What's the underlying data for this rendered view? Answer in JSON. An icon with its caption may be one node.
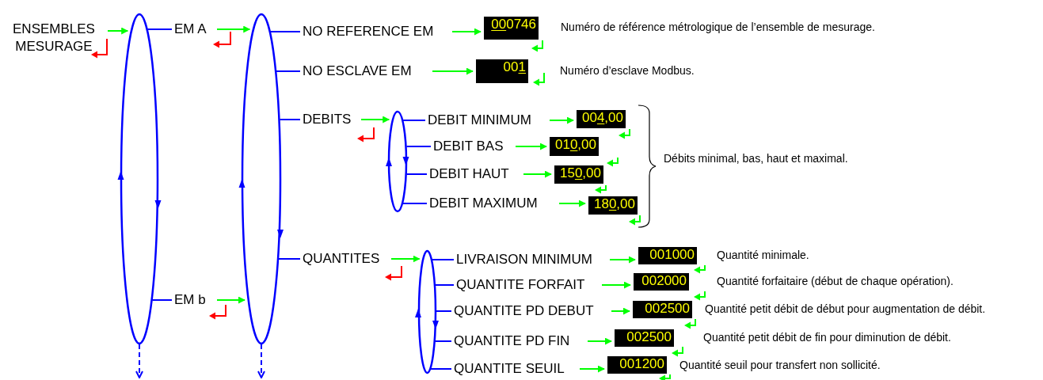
{
  "diagram": {
    "nodes": [
      {
        "text": [
          "ENSEMBLES MESURAGE"
        ]
      },
      {
        "text": [],
        "shape": "ellipse"
      },
      {
        "text": [
          "EM A"
        ]
      },
      {
        "text": [],
        "shape": "ellipse"
      },
      {
        "text": [
          "NO REFERENCE EM"
        ]
      },
      {
        "text": [
          "000746"
        ]
      },
      {
        "text": [
          "NO ESCLAVE EM"
        ]
      },
      {
        "text": [
          "001"
        ]
      },
      {
        "text": [
          "DEBITS"
        ]
      },
      {
        "text": [],
        "shape": "ellipse"
      },
      {
        "text": [
          "DEBIT MINIMUM"
        ]
      },
      {
        "text": [
          "004,00"
        ]
      },
      {
        "text": [
          "DEBIT BAS"
        ]
      },
      {
        "text": [
          "010,00"
        ]
      },
      {
        "text": [
          "DEBIT HAUT"
        ]
      },
      {
        "text": [
          "150,00"
        ]
      },
      {
        "text": [
          "DEBIT MAXIMUM"
        ]
      },
      {
        "text": [
          "180,00"
        ]
      },
      {
        "text": [
          "QUANTITES"
        ]
      },
      {
        "text": [],
        "shape": "ellipse"
      },
      {
        "text": [
          "LIVRAISON MINIMUM"
        ]
      },
      {
        "text": [
          "001000"
        ]
      },
      {
        "text": [
          "QUANTITE FORFAIT"
        ]
      },
      {
        "text": [
          "002000"
        ]
      },
      {
        "text": [
          "QUANTITE PD DEBUT"
        ]
      },
      {
        "text": [
          "002500"
        ]
      },
      {
        "text": [
          "QUANTITE PD FIN"
        ]
      },
      {
        "text": [
          "002500"
        ]
      },
      {
        "text": [
          "QUANTITE SEUIL"
        ]
      },
      {
        "text": [
          "001200"
        ]
      },
      {
        "text": [
          "EM b"
        ]
      }
    ],
    "edges": [
      {
        "from": 0,
        "to": 1,
        "arrow": "to",
        "color": "#00ff00"
      },
      {
        "from": 1,
        "to": 2,
        "arrow": "none",
        "color": "#0000ff"
      },
      {
        "from": 1,
        "to": 30,
        "arrow": "none",
        "color": "#0000ff"
      },
      {
        "from": 1,
        "to": null,
        "arrow": "to",
        "style": "dashed",
        "color": "#0000ff"
      },
      {
        "from": 2,
        "to": 3,
        "arrow": "to",
        "color": "#00ff00"
      },
      {
        "from": 30,
        "to": 3,
        "arrow": "to",
        "color": "#00ff00"
      },
      {
        "from": 3,
        "to": 4,
        "arrow": "none",
        "color": "#0000ff"
      },
      {
        "from": 3,
        "to": 6,
        "arrow": "none",
        "color": "#0000ff"
      },
      {
        "from": 3,
        "to": 8,
        "arrow": "none",
        "color": "#0000ff"
      },
      {
        "from": 3,
        "to": 18,
        "arrow": "none",
        "color": "#0000ff"
      },
      {
        "from": 3,
        "to": null,
        "arrow": "to",
        "style": "dashed",
        "color": "#0000ff"
      },
      {
        "from": 4,
        "to": 5,
        "arrow": "to",
        "color": "#00ff00"
      },
      {
        "from": 6,
        "to": 7,
        "arrow": "to",
        "color": "#00ff00"
      },
      {
        "from": 8,
        "to": 9,
        "arrow": "to",
        "color": "#00ff00"
      },
      {
        "from": 9,
        "to": 10,
        "arrow": "none",
        "color": "#0000ff"
      },
      {
        "from": 9,
        "to": 12,
        "arrow": "none",
        "color": "#0000ff"
      },
      {
        "from": 9,
        "to": 14,
        "arrow": "none",
        "color": "#0000ff"
      },
      {
        "from": 9,
        "to": 16,
        "arrow": "none",
        "color": "#0000ff"
      },
      {
        "from": 10,
        "to": 11,
        "arrow": "to",
        "color": "#00ff00"
      },
      {
        "from": 12,
        "to": 13,
        "arrow": "to",
        "color": "#00ff00"
      },
      {
        "from": 14,
        "to": 15,
        "arrow": "to",
        "color": "#00ff00"
      },
      {
        "from": 16,
        "to": 17,
        "arrow": "to",
        "color": "#00ff00"
      },
      {
        "from": 18,
        "to": 19,
        "arrow": "to",
        "color": "#00ff00"
      },
      {
        "from": 19,
        "to": 20,
        "arrow": "none",
        "color": "#0000ff"
      },
      {
        "from": 19,
        "to": 22,
        "arrow": "none",
        "color": "#0000ff"
      },
      {
        "from": 19,
        "to": 24,
        "arrow": "none",
        "color": "#0000ff"
      },
      {
        "from": 19,
        "to": 26,
        "arrow": "none",
        "color": "#0000ff"
      },
      {
        "from": 19,
        "to": 28,
        "arrow": "none",
        "color": "#0000ff"
      },
      {
        "from": 20,
        "to": 21,
        "arrow": "to",
        "color": "#00ff00"
      },
      {
        "from": 22,
        "to": 23,
        "arrow": "to",
        "color": "#00ff00"
      },
      {
        "from": 24,
        "to": 25,
        "arrow": "to",
        "color": "#00ff00"
      },
      {
        "from": 26,
        "to": 27,
        "arrow": "to",
        "color": "#00ff00"
      },
      {
        "from": 28,
        "to": 29,
        "arrow": "to",
        "color": "#00ff00"
      }
    ],
    "labels": [
      "Numéro de référence métrologique de l’ensemble de mesurage.",
      "Numéro d’esclave Modbus.",
      "Débits minimal, bas, haut et maximal.",
      "Quantité minimale.",
      "Quantité forfaitaire (début de chaque opération).",
      "Quantité petit débit de début pour augmentation de débit.",
      "Quantité petit débit de fin pour diminution de débit.",
      "Quantité seuil pour transfert non sollicité."
    ]
  }
}
